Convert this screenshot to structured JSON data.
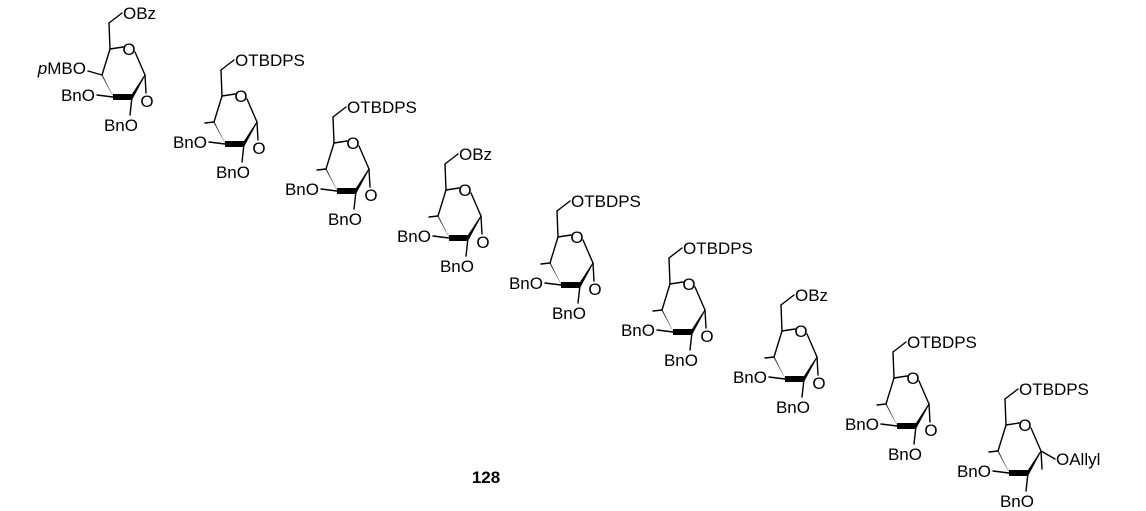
{
  "compound_number": "128",
  "units": [
    {
      "ring_o": "O",
      "c6": "OBz",
      "c4": "pMBO",
      "c4_prefix": "p",
      "c4_rest": "MBO",
      "c3": "BnO",
      "c2": "BnO",
      "linkage": "O"
    },
    {
      "ring_o": "O",
      "c6": "OTBDPS",
      "c3": "BnO",
      "c2": "BnO",
      "linkage": "O"
    },
    {
      "ring_o": "O",
      "c6": "OTBDPS",
      "c3": "BnO",
      "c2": "BnO",
      "linkage": "O"
    },
    {
      "ring_o": "O",
      "c6": "OBz",
      "c3": "BnO",
      "c2": "BnO",
      "linkage": "O"
    },
    {
      "ring_o": "O",
      "c6": "OTBDPS",
      "c3": "BnO",
      "c2": "BnO",
      "linkage": "O"
    },
    {
      "ring_o": "O",
      "c6": "OTBDPS",
      "c3": "BnO",
      "c2": "BnO",
      "linkage": "O"
    },
    {
      "ring_o": "O",
      "c6": "OBz",
      "c3": "BnO",
      "c2": "BnO",
      "linkage": "O"
    },
    {
      "ring_o": "O",
      "c6": "OTBDPS",
      "c3": "BnO",
      "c2": "BnO",
      "linkage": "O"
    },
    {
      "ring_o": "O",
      "c6": "OTBDPS",
      "c3": "BnO",
      "c2": "BnO",
      "anomeric": "OAllyl"
    }
  ]
}
